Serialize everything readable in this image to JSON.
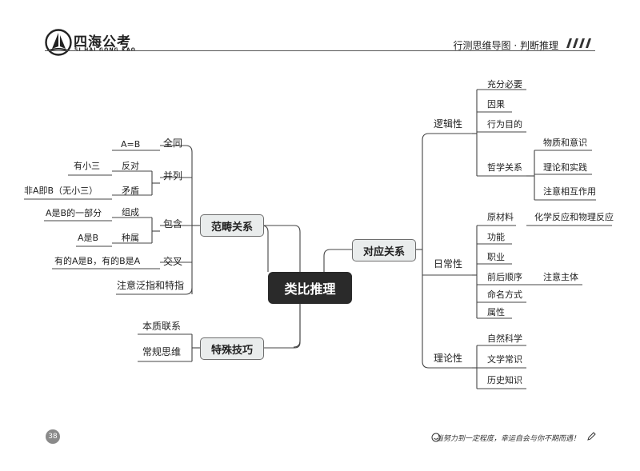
{
  "header": {
    "brand_cn": "四海公考",
    "brand_en": "SI HAI GONG KAO",
    "title": "行测思维导图 · 判断推理"
  },
  "center": "类比推理",
  "left": {
    "category": {
      "label": "范畴关系",
      "quantong": "全同",
      "quantong_note": "A=B",
      "binglie": "并列",
      "duili": "反对",
      "duili_note": "有小三",
      "maodun": "矛盾",
      "maodun_note": "非A即B（无小三）",
      "baohan": "包含",
      "zucheng": "组成",
      "zucheng_note": "A是B的一部分",
      "zhongshu": "种属",
      "zhongshu_note": "A是B",
      "jiaocha": "交叉",
      "jiaocha_note": "有的A是B，有的B是A",
      "fanzhi": "注意泛指和特指"
    },
    "skills": {
      "label": "特殊技巧",
      "benzhi": "本质联系",
      "changgui": "常规思维"
    }
  },
  "right": {
    "label": "对应关系",
    "logic": {
      "label": "逻辑性",
      "chongfen": "充分必要",
      "yinguo": "因果",
      "xingwei": "行为目的",
      "zhexue": "哲学关系",
      "wuzhi": "物质和意识",
      "lilun": "理论和实践",
      "xianghu": "注意相互作用"
    },
    "daily": {
      "label": "日常性",
      "yuancailiao": "原材料",
      "huaxue": "化学反应和物理反应",
      "gongneng": "功能",
      "zhiye": "职业",
      "qianhou": "前后顺序",
      "zhuti": "注意主体",
      "mingming": "命名方式",
      "shuxing": "属性"
    },
    "theory": {
      "label": "理论性",
      "ziran": "自然科学",
      "wenxue": "文学常识",
      "lishi": "历史知识"
    }
  },
  "footer": {
    "page": "38",
    "motto": "当努力到一定程度，幸运自会与你不期而遇！"
  }
}
